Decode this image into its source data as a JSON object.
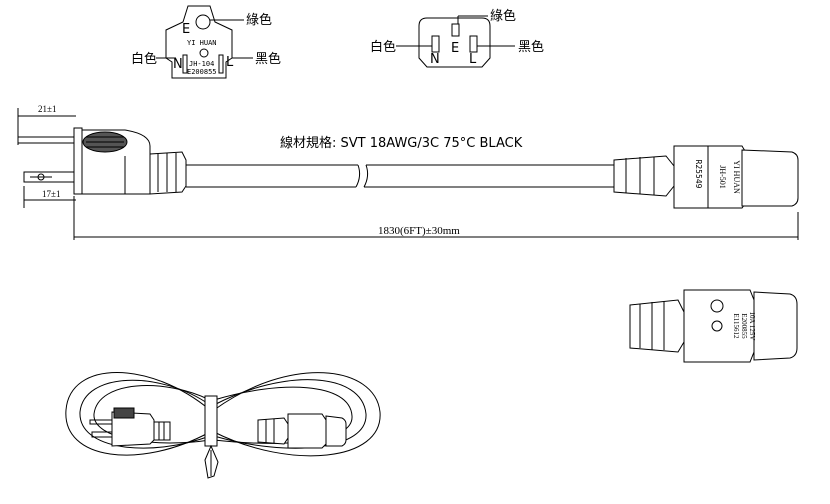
{
  "plug_face": {
    "pin_e": "E",
    "pin_n": "N",
    "pin_l": "L",
    "brand": "YI HUAN",
    "model": "JH-104",
    "cert": "E200855",
    "ground_label": "綠色",
    "neutral_label": "白色",
    "line_label": "黑色"
  },
  "socket_face": {
    "pin_e": "E",
    "pin_n": "N",
    "pin_l": "L",
    "ground_label": "綠色",
    "neutral_label": "白色",
    "line_label": "黑色"
  },
  "cable_spec": "線材規格: SVT 18AWG/3C 75°C BLACK",
  "dim_pin_length": "21±1",
  "dim_pin_offset": "17±1",
  "dim_total_length": "1830(6FT)±30mm",
  "connector_text": {
    "brand": "YI HUAN",
    "model": "JH-501",
    "cert": "R25549"
  },
  "side_connector_text": {
    "line1": "E115612",
    "line2": "E200855",
    "line3": "10A 125V"
  }
}
